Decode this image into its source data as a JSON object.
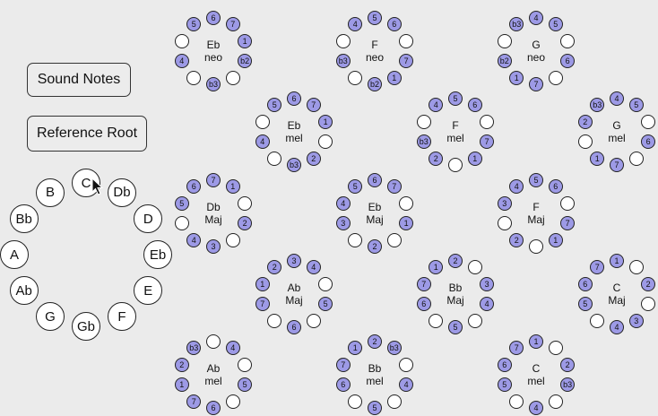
{
  "buttons": {
    "sound_notes": "Sound Notes",
    "reference_root": "Reference Root"
  },
  "note_wheel": [
    "C",
    "Db",
    "D",
    "Eb",
    "E",
    "F",
    "Gb",
    "G",
    "Ab",
    "A",
    "Bb",
    "B"
  ],
  "scales": [
    {
      "root": "Eb",
      "quality": "neo",
      "dots": [
        "6",
        "7",
        "1",
        "b2",
        "",
        "b3",
        "",
        "4",
        "",
        "5"
      ]
    },
    {
      "root": "F",
      "quality": "neo",
      "dots": [
        "5",
        "6",
        "",
        "7",
        "1",
        "b2",
        "",
        "b3",
        "",
        "4"
      ]
    },
    {
      "root": "G",
      "quality": "neo",
      "dots": [
        "4",
        "5",
        "",
        "6",
        "",
        "7",
        "1",
        "b2",
        "",
        "b3"
      ]
    },
    {
      "root": "Eb",
      "quality": "mel",
      "dots": [
        "6",
        "7",
        "1",
        "",
        "2",
        "b3",
        "",
        "4",
        "",
        "5"
      ]
    },
    {
      "root": "F",
      "quality": "mel",
      "dots": [
        "5",
        "6",
        "",
        "7",
        "1",
        "",
        "2",
        "b3",
        "",
        "4"
      ]
    },
    {
      "root": "G",
      "quality": "mel",
      "dots": [
        "4",
        "5",
        "",
        "6",
        "",
        "7",
        "1",
        "",
        "2",
        "b3"
      ]
    },
    {
      "root": "Db",
      "quality": "Maj",
      "dots": [
        "7",
        "1",
        "",
        "2",
        "",
        "3",
        "4",
        "",
        "5",
        "6"
      ]
    },
    {
      "root": "Eb",
      "quality": "Maj",
      "dots": [
        "6",
        "7",
        "",
        "1",
        "",
        "2",
        "",
        "3",
        "4",
        "5"
      ]
    },
    {
      "root": "F",
      "quality": "Maj",
      "dots": [
        "5",
        "6",
        "",
        "7",
        "1",
        "",
        "2",
        "",
        "3",
        "4"
      ]
    },
    {
      "root": "Ab",
      "quality": "Maj",
      "dots": [
        "3",
        "4",
        "",
        "5",
        "",
        "6",
        "",
        "7",
        "1",
        "2"
      ]
    },
    {
      "root": "Bb",
      "quality": "Maj",
      "dots": [
        "2",
        "",
        "3",
        "4",
        "",
        "5",
        "",
        "6",
        "7",
        "1"
      ]
    },
    {
      "root": "C",
      "quality": "Maj",
      "dots": [
        "1",
        "",
        "2",
        "",
        "3",
        "4",
        "",
        "5",
        "6",
        "7"
      ]
    },
    {
      "root": "Ab",
      "quality": "mel",
      "dots": [
        "",
        "4",
        "",
        "5",
        "",
        "6",
        "7",
        "1",
        "2",
        "b3"
      ]
    },
    {
      "root": "Bb",
      "quality": "mel",
      "dots": [
        "2",
        "b3",
        "",
        "4",
        "",
        "5",
        "",
        "6",
        "7",
        "1"
      ]
    },
    {
      "root": "C",
      "quality": "mel",
      "dots": [
        "1",
        "",
        "2",
        "b3",
        "",
        "4",
        "",
        "5",
        "6",
        "7"
      ]
    }
  ],
  "icons": {
    "cursor": "mouse-pointer-icon"
  }
}
